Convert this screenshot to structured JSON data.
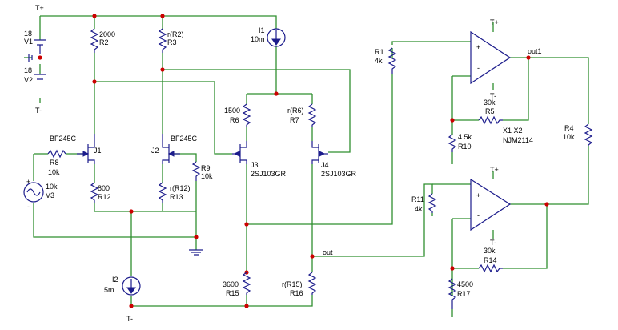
{
  "supply": {
    "pos": "T+",
    "neg": "T-"
  },
  "v1": {
    "value": "18",
    "name": "V1"
  },
  "v2": {
    "value": "18",
    "name": "V2"
  },
  "r2": {
    "value": "2000",
    "name": "R2"
  },
  "r3": {
    "value": "r(R2)",
    "name": "R3"
  },
  "i1": {
    "name": "I1",
    "value": "10m"
  },
  "r1": {
    "name": "R1",
    "value": "4k"
  },
  "opamp_top": {
    "tplus": "T+",
    "tminus": "T-",
    "plus": "+",
    "minus": "-",
    "out_label": "out1"
  },
  "r5": {
    "value": "30k",
    "name": "R5"
  },
  "x": {
    "names": "X1  X2",
    "part": "NJM2114"
  },
  "r4": {
    "name": "R4",
    "value": "10k"
  },
  "r10": {
    "value": "4.5k",
    "name": "R10"
  },
  "r6": {
    "value": "1500",
    "name": "R6"
  },
  "r7": {
    "value": "r(R6)",
    "name": "R7"
  },
  "j1": {
    "part": "BF245C",
    "name": "J1"
  },
  "j2": {
    "name": "J2",
    "part": "BF245C"
  },
  "j3": {
    "name": "J3",
    "part": "2SJ103GR"
  },
  "j4": {
    "name": "J4",
    "part": "2SJ103GR"
  },
  "r8": {
    "name": "R8",
    "value": "10k"
  },
  "v3": {
    "value": "10k",
    "name": "V3"
  },
  "r9": {
    "name": "R9",
    "value": "10k"
  },
  "r12": {
    "value": "800",
    "name": "R12"
  },
  "r13": {
    "value": "r(R12)",
    "name": "R13"
  },
  "r11": {
    "name": "R11",
    "value": "4k"
  },
  "opamp_bot": {
    "tplus": "T+",
    "tminus": "T-",
    "plus": "+",
    "minus": "-"
  },
  "r14": {
    "value": "30k",
    "name": "R14"
  },
  "r17": {
    "value": "4500",
    "name": "R17"
  },
  "out_label": "out",
  "i2": {
    "name": "I2",
    "value": "5m"
  },
  "r15": {
    "value": "3600",
    "name": "R15"
  },
  "r16": {
    "value": "r(R15)",
    "name": "R16"
  }
}
